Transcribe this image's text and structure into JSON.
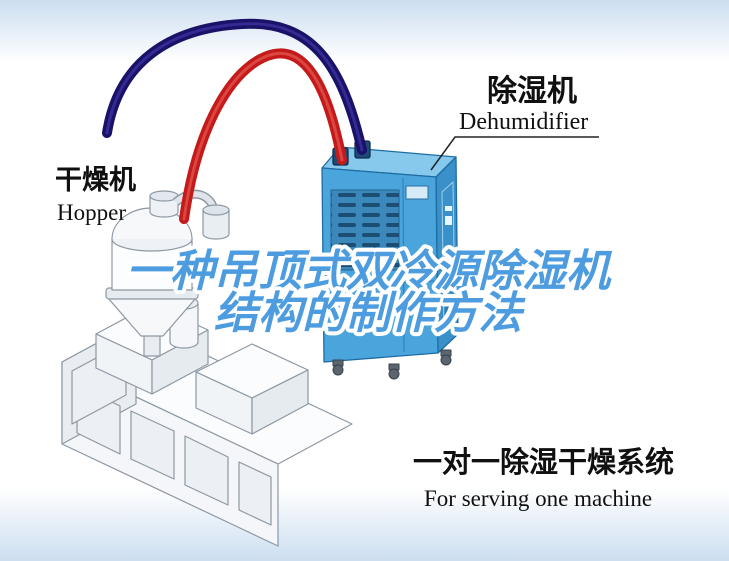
{
  "figure": {
    "labels": {
      "dryer_zh": "干燥机",
      "dryer_en": "Hopper",
      "dehumidifier_zh": "除湿机",
      "dehumidifier_en": "Dehumidifier"
    },
    "title": {
      "line1": "一种吊顶式双冷源除湿机",
      "line2": "结构的制作方法",
      "color": "#4d9ce0",
      "outline_color": "#ffffff"
    },
    "caption": {
      "zh": "一对一除湿干燥系统",
      "en": "For serving one machine"
    },
    "colors": {
      "pipe_red": "#c41a1a",
      "pipe_red_highlight": "#ee6a64",
      "pipe_navy": "#1a1168",
      "pipe_navy_highlight": "#4a42b4",
      "machine_front": "#49a5dc",
      "machine_top": "#86c9ec",
      "machine_side": "#3a90c8",
      "vent_slats": "#1c4d73",
      "background_band": "#cfe0f1"
    }
  }
}
